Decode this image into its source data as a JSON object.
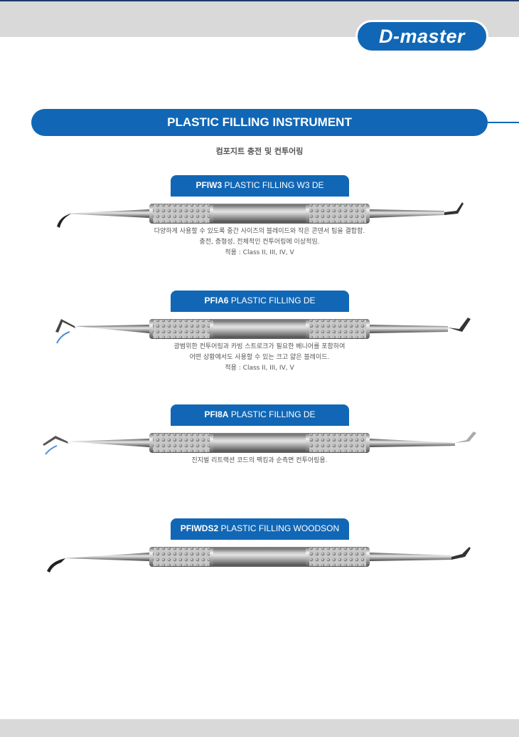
{
  "header": {
    "logo_text": "D-master"
  },
  "section": {
    "title": "PLASTIC FILLING INSTRUMENT",
    "subtitle": "컴포지트 충전 및 컨투어링"
  },
  "products": [
    {
      "code": "PFIW3",
      "name": "PLASTIC FILLING W3 DE",
      "description": [
        "다양하게 사용할 수 있도록 중간 사이즈의 블레이드와 작은 콘덴서 팁을 결합함.",
        "충전, 층형성, 전체적인 컨투어링에 이상적임.",
        "적용 : Class II, III, IV, V"
      ]
    },
    {
      "code": "PFIA6",
      "name": "PLASTIC FILLING DE",
      "description": [
        "광범위한 컨투어링과 카빙 스트로크가 필요한 베니어를 포함하여",
        "어떤 상황에서도 사용할 수 있는 크고 얇은 블레이드.",
        "적용 : Class II, III, IV, V"
      ]
    },
    {
      "code": "PFI8A",
      "name": "PLASTIC FILLING DE",
      "description": [
        "진지벌 리트랙션 코드의 팩킹과 순측면 컨투어링용."
      ]
    },
    {
      "code": "PFIWDS2",
      "name": "PLASTIC FILLING WOODSON",
      "description": []
    }
  ],
  "colors": {
    "brand_blue": "#1167b6",
    "band_gray": "#d9d9d9"
  }
}
